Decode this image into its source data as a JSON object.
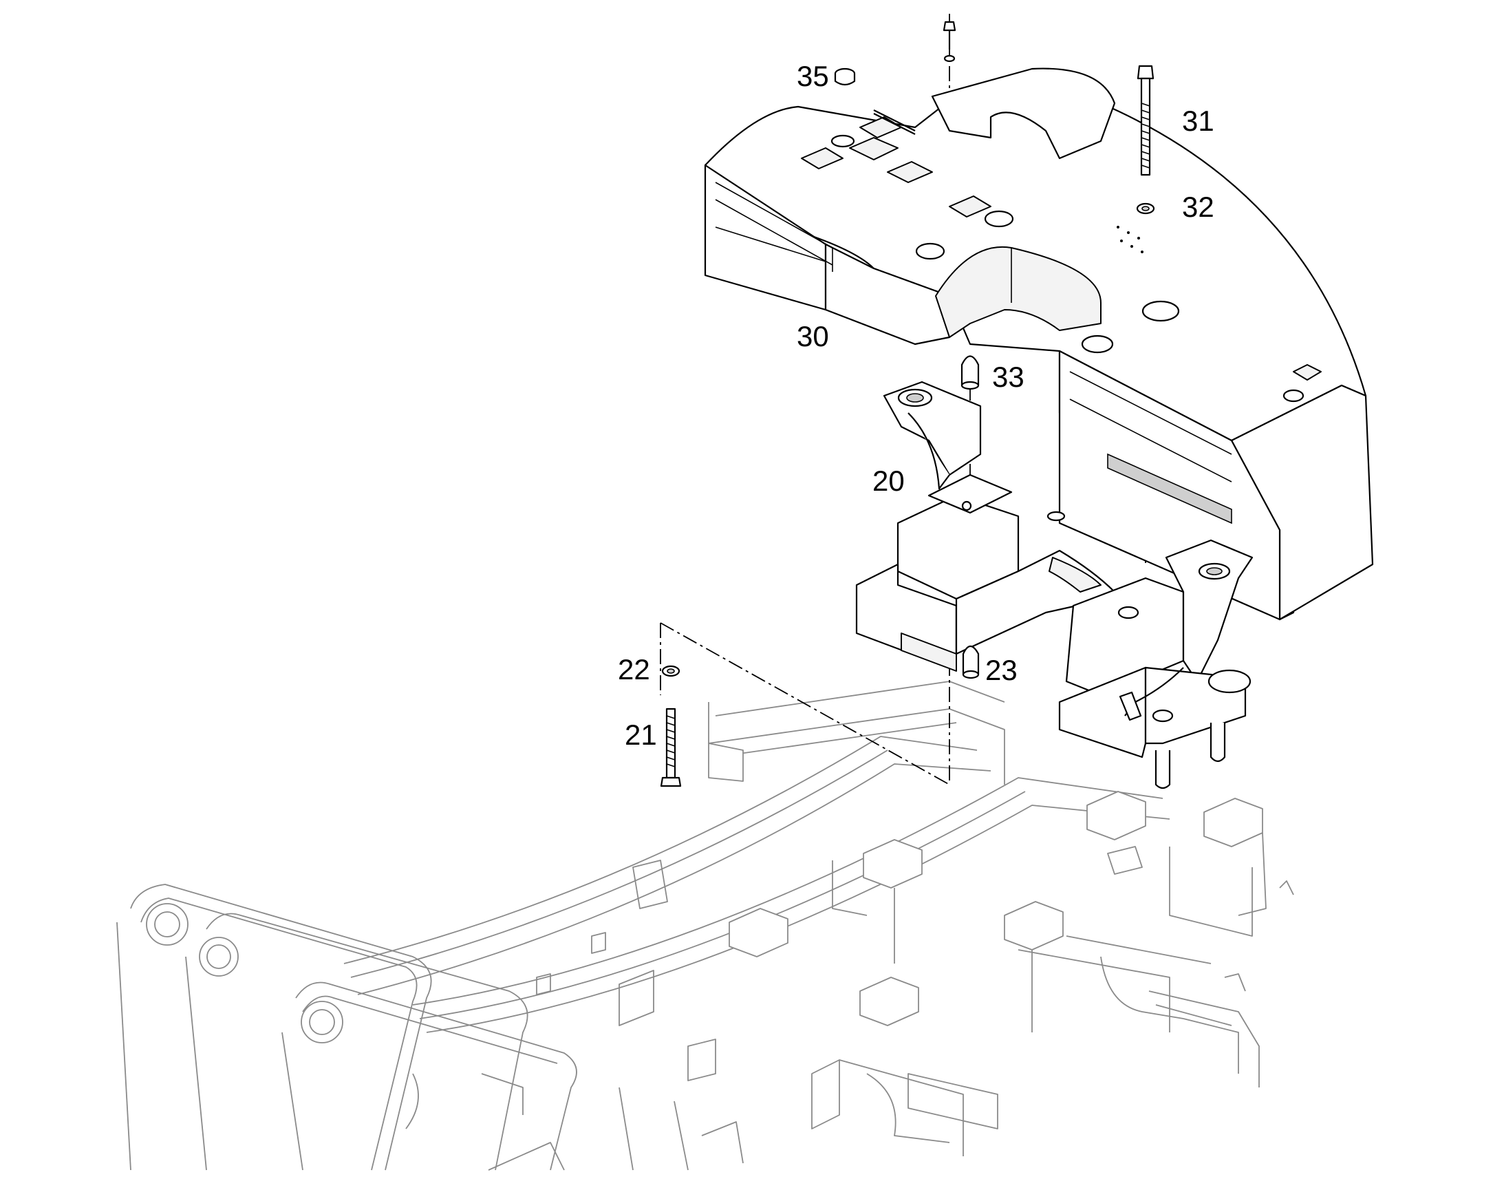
{
  "diagram": {
    "callouts": [
      {
        "id": "35",
        "label": "35"
      },
      {
        "id": "31",
        "label": "31"
      },
      {
        "id": "32",
        "label": "32"
      },
      {
        "id": "30",
        "label": "30"
      },
      {
        "id": "33",
        "label": "33"
      },
      {
        "id": "20",
        "label": "20"
      },
      {
        "id": "22",
        "label": "22"
      },
      {
        "id": "23",
        "label": "23"
      },
      {
        "id": "21",
        "label": "21"
      }
    ],
    "colors": {
      "line": "#000000",
      "chassis": "#8a8a8a",
      "background": "#ffffff"
    }
  }
}
